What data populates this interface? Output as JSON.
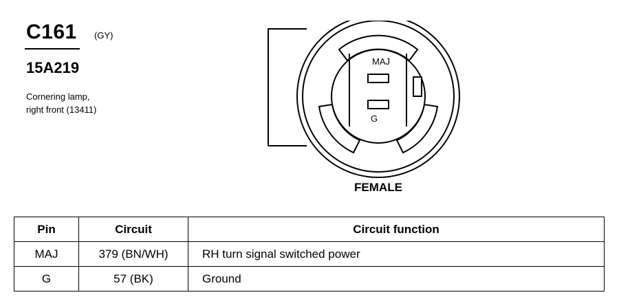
{
  "connector": {
    "id": "C161",
    "color_code": "(GY)",
    "part_number": "15A219",
    "description_line1": "Cornering lamp,",
    "description_line2": "right front (13411)"
  },
  "diagram": {
    "pin_labels": [
      "MAJ",
      "G"
    ],
    "gender": "FEMALE"
  },
  "table": {
    "headers": [
      "Pin",
      "Circuit",
      "Circuit function"
    ],
    "rows": [
      {
        "pin": "MAJ",
        "circuit": "379 (BN/WH)",
        "function": "RH turn signal switched power"
      },
      {
        "pin": "G",
        "circuit": "57 (BK)",
        "function": "Ground"
      }
    ]
  }
}
